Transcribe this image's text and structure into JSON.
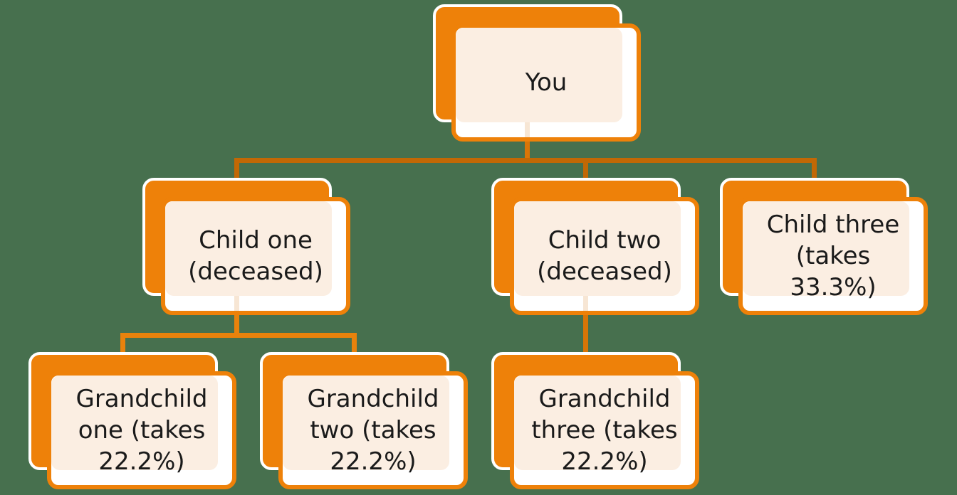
{
  "colors": {
    "background": "#47704E",
    "card_orange": "#EE8109",
    "card_peach": "#FBEEE2",
    "card_white": "#FFFFFF",
    "connector_dark": "#C26805",
    "connector_mid": "#D97507",
    "connector_bright": "#E8820C",
    "connector_faint": "#F7E6D4",
    "text": "#1A1A1A"
  },
  "tree": {
    "root": {
      "label": "You",
      "lines": [
        "You"
      ],
      "children": [
        {
          "label": "Child one (deceased)",
          "lines": [
            "Child one",
            "(deceased)"
          ],
          "children": [
            {
              "label": "Grandchild one (takes 22.2%)",
              "lines": [
                "Grandchild",
                "one (takes",
                "22.2%)"
              ],
              "children": []
            },
            {
              "label": "Grandchild two (takes 22.2%)",
              "lines": [
                "Grandchild",
                "two (takes",
                "22.2%)"
              ],
              "children": []
            }
          ]
        },
        {
          "label": "Child two (deceased)",
          "lines": [
            "Child two",
            "(deceased)"
          ],
          "children": [
            {
              "label": "Grandchild three (takes 22.2%)",
              "lines": [
                "Grandchild",
                "three (takes",
                "22.2%)"
              ],
              "children": []
            }
          ]
        },
        {
          "label": "Child three (takes 33.3%)",
          "lines": [
            "Child three",
            "(takes",
            "33.3%)"
          ],
          "children": []
        }
      ]
    }
  }
}
